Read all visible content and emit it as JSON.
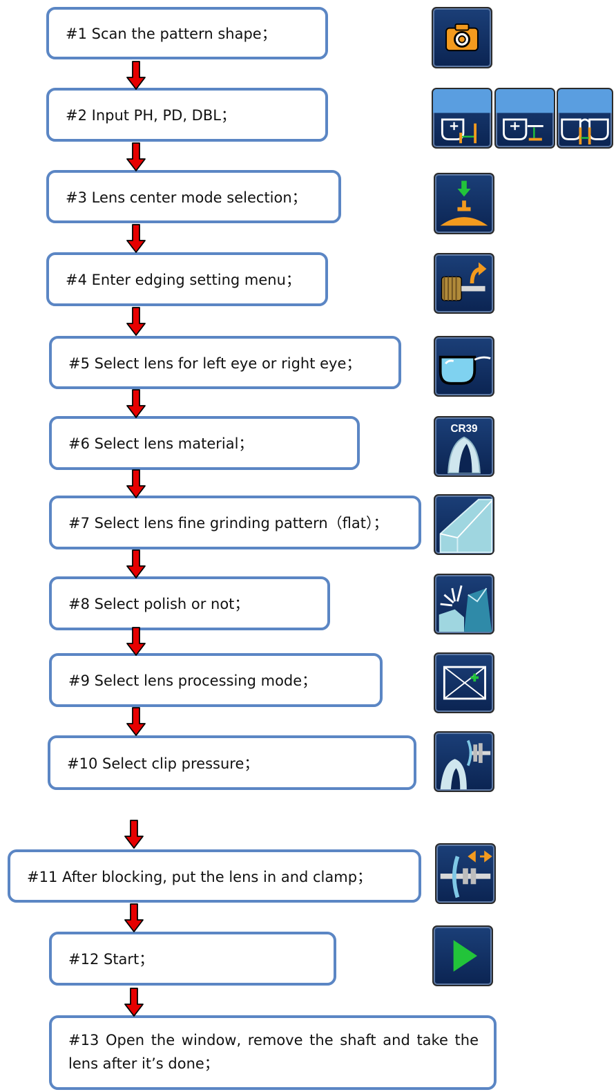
{
  "steps": [
    {
      "label": "#1 Scan the pattern shape；",
      "icon": "camera-icon"
    },
    {
      "label": "#2 Input PH, PD, DBL；",
      "icon": "ph-pd-dbl-icons"
    },
    {
      "label": "#3 Lens center mode selection；",
      "icon": "lens-center-icon"
    },
    {
      "label": "#4 Enter edging setting menu；",
      "icon": "edging-setting-icon"
    },
    {
      "label": "#5 Select lens for left eye or right eye；",
      "icon": "eye-glasses-icon"
    },
    {
      "label": "#6 Select lens material；",
      "icon": "lens-material-icon",
      "icon_text": "CR39"
    },
    {
      "label": "#7 Select lens fine grinding pattern（flat）；",
      "icon": "flat-grinding-icon"
    },
    {
      "label": "#8 Select polish or not；",
      "icon": "polish-icon"
    },
    {
      "label": "#9 Select lens processing mode；",
      "icon": "processing-mode-icon"
    },
    {
      "label": "#10 Select clip pressure；",
      "icon": "clip-pressure-icon"
    },
    {
      "label": "#11 After blocking, put the lens in and clamp；",
      "icon": "clamp-lens-icon"
    },
    {
      "label": "#12 Start；",
      "icon": "start-play-icon"
    },
    {
      "label": "#13 Open the window, remove the shaft and take the lens after it’s done；"
    }
  ],
  "colors": {
    "box_border": "#5b86c4",
    "arrow_fill": "#e60000",
    "arrow_stroke": "#000000",
    "icon_bg": "#0f2d60",
    "accent_orange": "#f39a1e",
    "accent_green": "#22c43a"
  }
}
